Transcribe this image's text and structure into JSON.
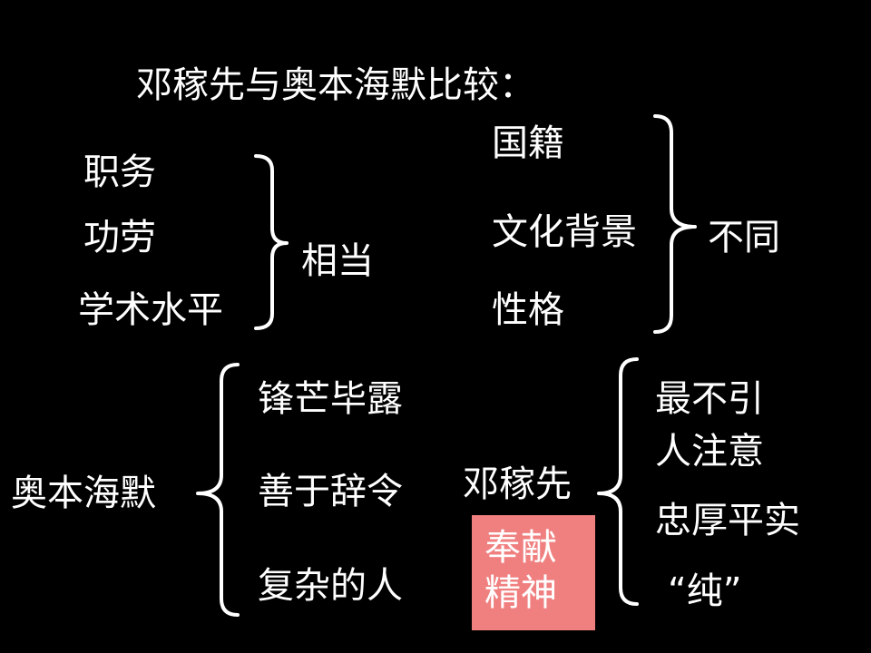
{
  "title": "邓稼先与奥本海默比较：",
  "similar": {
    "items": [
      "职务",
      "功劳",
      "学术水平"
    ],
    "conclusion": "相当"
  },
  "different": {
    "items": [
      "国籍",
      "文化背景",
      "性格"
    ],
    "conclusion": "不同"
  },
  "oppenheimer": {
    "name": "奥本海默",
    "traits": [
      "锋芒毕露",
      "善于辞令",
      "复杂的人"
    ]
  },
  "deng": {
    "name": "邓稼先",
    "traits": [
      "最不引",
      "人注意",
      "忠厚平实",
      "“纯”"
    ],
    "highlight": [
      "奉献",
      "精神"
    ],
    "highlight_color": "#f08080"
  },
  "colors": {
    "background": "#000000",
    "text": "#ffffff"
  }
}
